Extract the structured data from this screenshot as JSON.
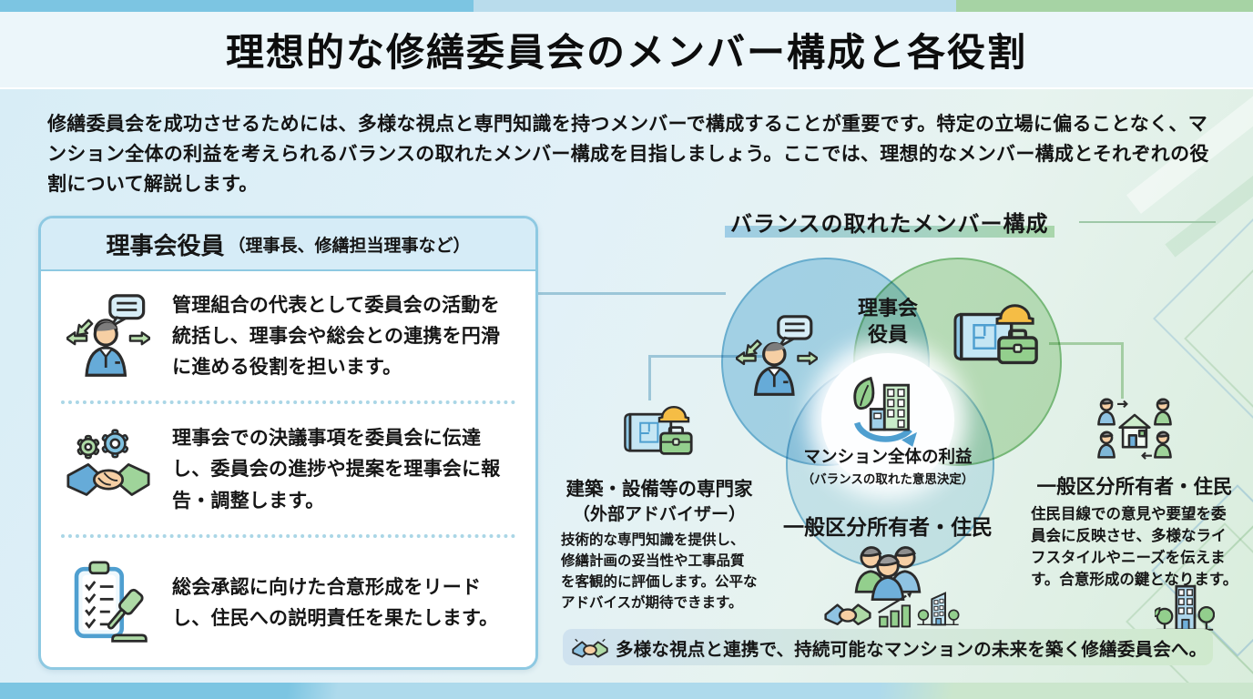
{
  "header": {
    "title": "理想的な修繕委員会のメンバー構成と各役割"
  },
  "intro": {
    "text": "修繕委員会を成功させるためには、多様な視点と専門知識を持つメンバーで構成することが重要です。特定の立場に偏ることなく、マンション全体の利益を考えられるバランスの取れたメンバー構成を目指しましょう。ここでは、理想的なメンバー構成とそれぞれの役割について解説します。"
  },
  "board_card": {
    "title": "理事会役員",
    "title_note": "（理事長、修繕担当理事など）",
    "items": [
      {
        "icon": "leader-communication-icon",
        "text": "管理組合の代表として委員会の活動を統括し、理事会や総会との連携を円滑に進める役割を担います。"
      },
      {
        "icon": "gears-handshake-icon",
        "text": "理事会での決議事項を委員会に伝達し、委員会の進捗や提案を理事会に報告・調整します。"
      },
      {
        "icon": "checklist-gavel-icon",
        "text": "総会承認に向けた合意形成をリードし、住民への説明責任を果たします。"
      }
    ]
  },
  "venn": {
    "title": "バランスの取れたメンバー構成",
    "top_label": "理事会\n役員",
    "center_line1": "マンション全体の利益",
    "center_line2": "（バランスの取れた意思決定）",
    "bottom_label": "一般区分所有者・住民"
  },
  "expert_block": {
    "heading": "建築・設備等の専門家",
    "subheading": "（外部アドバイザー）",
    "description": "技術的な専門知識を提供し、修繕計画の妥当性や工事品質を客観的に評価します。公平なアドバイスが期待できます。"
  },
  "residents_block": {
    "heading": "一般区分所有者・住民",
    "description": "住民目線での意見や要望を委員会に反映させ、多様なライフスタイルやニーズを伝えます。合意形成の鍵となります。"
  },
  "footer": {
    "banner_text": "多様な視点と連携で、持続可能なマンションの未来を築く修繕委員会へ。"
  },
  "icons": {
    "leader": "leader-communication-icon",
    "coordination": "gears-handshake-icon",
    "consensus": "checklist-gavel-icon",
    "expert": "blueprint-hardhat-toolbox-icon",
    "residents": "people-group-icon",
    "community": "community-house-icon",
    "center": "eco-building-cycle-icon",
    "banner": "handshake-icon",
    "growth": "growth-chart-icon",
    "city": "building-trees-icon"
  },
  "colors": {
    "bar_blue": "#7cc5e2",
    "bar_light_blue": "#b9dcec",
    "bar_green": "#a6d3a4",
    "circle_blue": "#88c7e6",
    "circle_green": "#a3d498",
    "circle_light_blue": "#bee0f0",
    "card_header": "#d6ecf7",
    "card_border": "#8ec9e2",
    "banner_from": "#cfe2ef",
    "banner_to": "#cfe9cd"
  }
}
